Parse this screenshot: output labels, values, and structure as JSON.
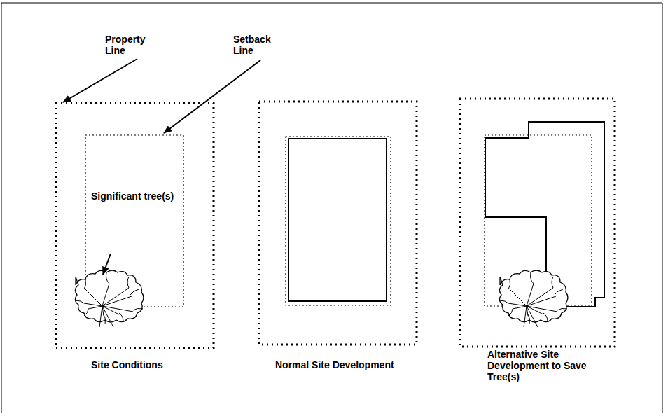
{
  "diagram": {
    "labels": [
      "Property Line",
      "Setback Line",
      "Significant tree(s)",
      "Site Conditions",
      "Normal Site Development",
      "Alternative Site Development to Save Tree(s)"
    ]
  }
}
